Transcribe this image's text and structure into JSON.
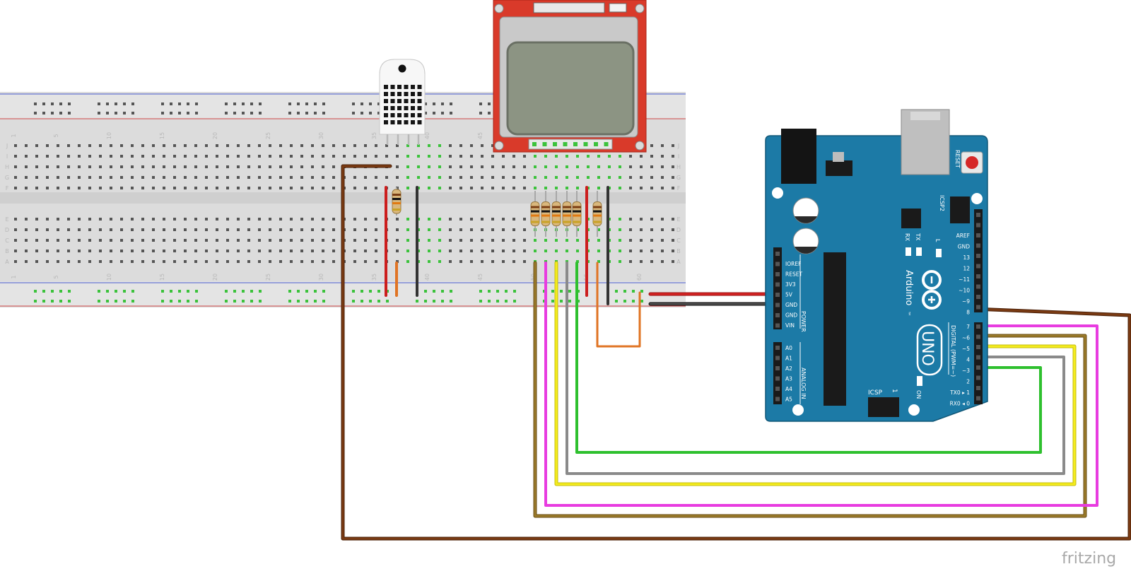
{
  "colors": {
    "wire_red": "#cc1e1e",
    "wire_black": "#333333",
    "wire_orange": "#e07424",
    "wire_brown": "#7a3a12",
    "wire_olive": "#8a6a20",
    "wire_magenta": "#e83ce0",
    "wire_yellow": "#f4ec1c",
    "wire_gray": "#8a8a8a",
    "wire_green": "#2ec02e",
    "arduino_teal": "#1c7aa6",
    "lcd_red": "#d93a2a"
  },
  "breadboard": {
    "col_numbers": [
      "1",
      "5",
      "10",
      "15",
      "20",
      "25",
      "30",
      "35",
      "40",
      "45",
      "50",
      "55",
      "60"
    ],
    "row_letters_top": [
      "J",
      "I",
      "H",
      "G",
      "F"
    ],
    "row_letters_bottom": [
      "E",
      "D",
      "C",
      "B",
      "A"
    ]
  },
  "arduino": {
    "reset": "RESET",
    "icsp2": "ICSP2",
    "icsp": "ICSP",
    "icsp_pin": "1",
    "tx": "TX",
    "rx": "RX",
    "l": "L",
    "on": "ON",
    "brand": "Arduino",
    "tm": "™",
    "model": "UNO",
    "power": "POWER",
    "analog_in": "ANALOG IN",
    "digital": "DIGITAL (PWM=~)",
    "power_pins": [
      "IOREF",
      "RESET",
      "3V3",
      "5V",
      "GND",
      "GND",
      "VIN"
    ],
    "analog_pins": [
      "A0",
      "A1",
      "A2",
      "A3",
      "A4",
      "A5"
    ],
    "digital_top": [
      "AREF",
      "GND",
      "13",
      "12",
      "~11",
      "~10",
      "~9",
      "8"
    ],
    "digital_bottom": [
      "7",
      "~6",
      "~5",
      "4",
      "~3",
      "2",
      "TX0 ▸ 1",
      "RX0 ◂ 0"
    ]
  },
  "watermark": "fritzing"
}
